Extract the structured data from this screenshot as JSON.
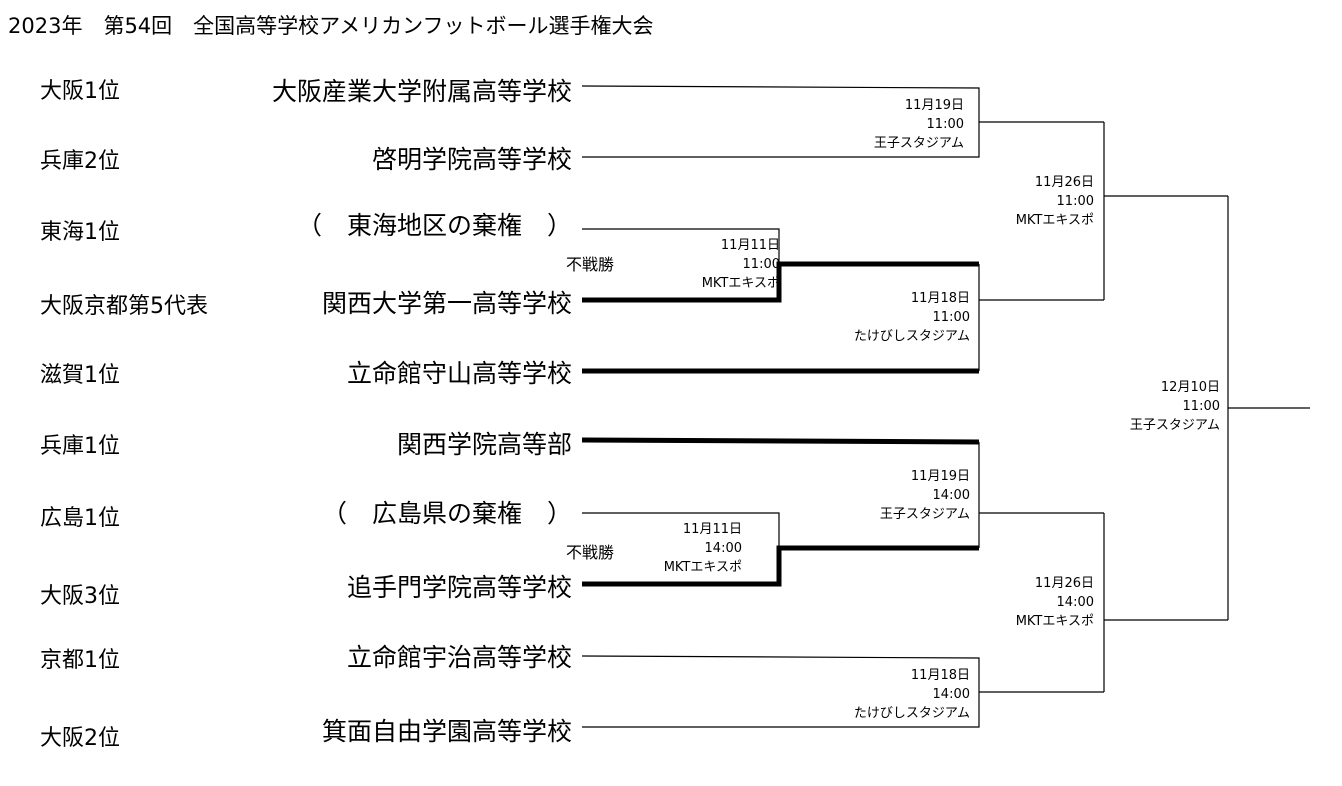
{
  "title": "2023年　第54回　全国高等学校アメリカンフットボール選手権大会",
  "entries": [
    {
      "seed": "大阪1位",
      "team": "大阪産業大学附属高等学校"
    },
    {
      "seed": "兵庫2位",
      "team": "啓明学院高等学校"
    },
    {
      "seed": "東海1位",
      "team": "（　東海地区の棄権　）"
    },
    {
      "seed": "大阪京都第5代表",
      "team": "関西大学第一高等学校"
    },
    {
      "seed": "滋賀1位",
      "team": "立命館守山高等学校"
    },
    {
      "seed": "兵庫1位",
      "team": "関西学院高等部"
    },
    {
      "seed": "広島1位",
      "team": "（　広島県の棄権　）"
    },
    {
      "seed": "大阪3位",
      "team": "追手門学院高等学校"
    },
    {
      "seed": "京都1位",
      "team": "立命館宇治高等学校"
    },
    {
      "seed": "大阪2位",
      "team": "箕面自由学園高等学校"
    }
  ],
  "walkover_label": "不戦勝",
  "matches": [
    {
      "id": "r1a",
      "date": "11月11日",
      "time": "11:00",
      "venue": "MKTエキスポ"
    },
    {
      "id": "r1b",
      "date": "11月11日",
      "time": "14:00",
      "venue": "MKTエキスポ"
    },
    {
      "id": "r2a",
      "date": "11月19日",
      "time": "11:00",
      "venue": "王子スタジアム"
    },
    {
      "id": "r2b",
      "date": "11月18日",
      "time": "11:00",
      "venue": "たけびしスタジアム"
    },
    {
      "id": "r2c",
      "date": "11月19日",
      "time": "14:00",
      "venue": "王子スタジアム"
    },
    {
      "id": "r2d",
      "date": "11月18日",
      "time": "14:00",
      "venue": "たけびしスタジアム"
    },
    {
      "id": "sfa",
      "date": "11月26日",
      "time": "11:00",
      "venue": "MKTエキスポ"
    },
    {
      "id": "sfb",
      "date": "11月26日",
      "time": "14:00",
      "venue": "MKTエキスポ"
    },
    {
      "id": "final",
      "date": "12月10日",
      "time": "11:00",
      "venue": "王子スタジアム"
    }
  ]
}
